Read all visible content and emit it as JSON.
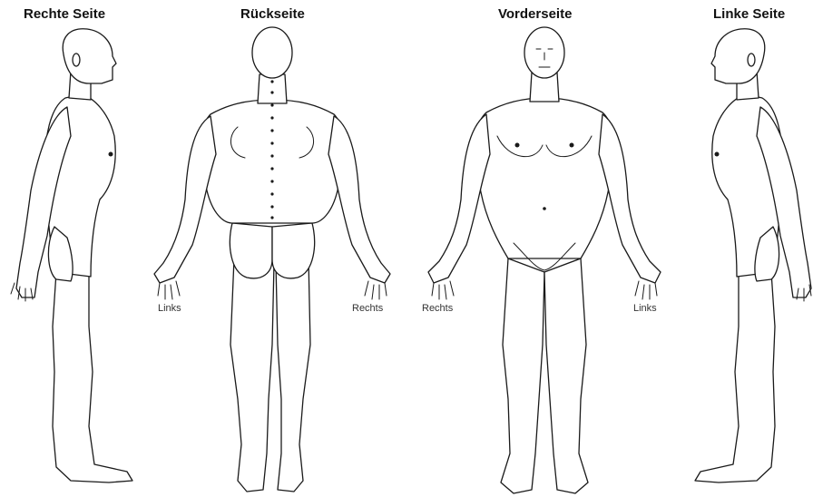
{
  "views": {
    "right_side": {
      "title": "Rechte Seite"
    },
    "back": {
      "title": "Rückseite",
      "left_label": "Links",
      "right_label": "Rechts"
    },
    "front": {
      "title": "Vorderseite",
      "left_label": "Rechts",
      "right_label": "Links"
    },
    "left_side": {
      "title": "Linke Seite"
    }
  }
}
